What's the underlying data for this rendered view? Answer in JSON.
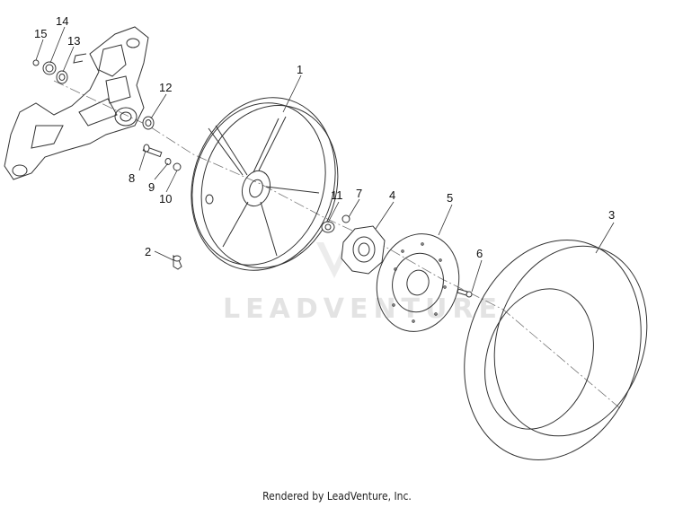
{
  "watermark": {
    "text": "LEADVENTURE"
  },
  "parts": [
    {
      "number": "1"
    },
    {
      "number": "2"
    },
    {
      "number": "3"
    },
    {
      "number": "4"
    },
    {
      "number": "5"
    },
    {
      "number": "6"
    },
    {
      "number": "7"
    },
    {
      "number": "8"
    },
    {
      "number": "9"
    },
    {
      "number": "10"
    },
    {
      "number": "11"
    },
    {
      "number": "12"
    },
    {
      "number": "13"
    },
    {
      "number": "14"
    },
    {
      "number": "15"
    }
  ],
  "footer": {
    "text": "Rendered by LeadVenture, Inc."
  }
}
